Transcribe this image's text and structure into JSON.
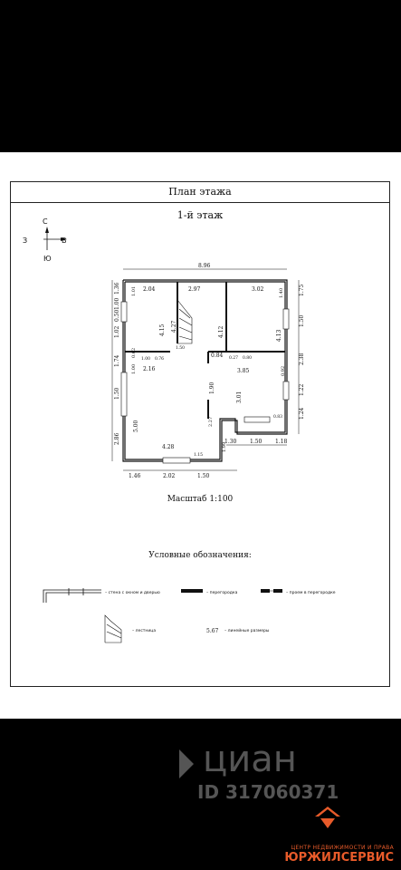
{
  "document": {
    "title": "План этажа",
    "floor": "1-й этаж",
    "scale": "Масштаб  1:100",
    "legend_title": "Условные обозначения:",
    "compass": {
      "north": "С",
      "south": "Ю",
      "west": "З",
      "east": "В"
    }
  },
  "dimensions": {
    "overall_width": "8.96",
    "top_left": "2.04",
    "top_mid": "2.97",
    "top_right": "3.02",
    "left_1": "1.36",
    "left_2": "1.02",
    "left_3": "0.50",
    "left_4": "1.00",
    "left_5": "1.74",
    "left_6": "1.50",
    "left_7": "2.86",
    "right_1": "1.75",
    "right_2": "1.50",
    "right_3": "2.38",
    "right_4": "1.22",
    "right_5": "1.24",
    "bottom_1": "1.46",
    "bottom_2": "2.02",
    "bottom_3": "1.50",
    "bottom_4": "1.30",
    "bottom_5": "1.50",
    "bottom_6": "1.18",
    "stair_427": "4.27",
    "stair_415": "4.15",
    "room_412": "4.12",
    "room_413": "4.13",
    "room_216": "2.16",
    "room_385": "3.85",
    "room_084": "0.84",
    "room_428": "4.28",
    "room_500": "5.00",
    "room_301": "3.01",
    "room_190": "1.90",
    "small_101": "1.01",
    "small_140": "1.40",
    "small_080": "0.80",
    "small_062": "0.62",
    "small_076": "0.76",
    "small_100": "1.00",
    "small_027": "0.27",
    "small_092": "0.92",
    "small_083": "0.83",
    "small_115": "1.15",
    "small_199": "1.99",
    "small_150": "1.50",
    "small_227": "2.27",
    "small_100b": "1.00"
  },
  "legend": {
    "wall": "– стена с окном и дверью",
    "partition": "– перегородка",
    "opening": "– проем в перегородке",
    "stairs": "– лестница",
    "size": "5.67",
    "size_label": "– линейные размеры"
  },
  "watermark": {
    "brand": "циан",
    "id": "ID 317060371"
  },
  "agency": {
    "tagline": "ЦЕНТР НЕДВИЖИМОСТИ И ПРАВА",
    "name": "ЮРЖИЛСЕРВИС"
  }
}
